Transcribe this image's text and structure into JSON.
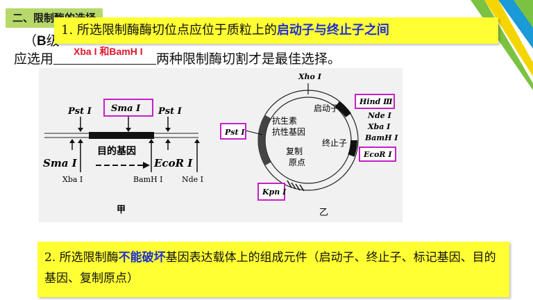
{
  "header": {
    "section_title": "二、限制酶的选择"
  },
  "question": {
    "line1_prefix": "（",
    "line1_bold": "B",
    "line1_rest": "级",
    "line2_prefix": "应选用",
    "line2_suffix": "两种限制酶切割才是最佳选择。",
    "answer": "Xba I 和BamH I"
  },
  "callout1": {
    "number": "1.",
    "text": " 所选限制酶酶切位点应位于质粒上的",
    "highlight": "启动子与终止子之间"
  },
  "callout2": {
    "number": "2.",
    "text_a": " 所选限制酶",
    "highlight": "不能破坏",
    "text_b": "基因表达载体上的组成元件（启动子、终止子、标记基因、目的基因、复制原点）"
  },
  "figure_a": {
    "caption": "甲",
    "gene_label": "目的基因",
    "top_sites": [
      "Pst I",
      "Sma I",
      "Pst I"
    ],
    "bottom_big": [
      "Sma I",
      "EcoR I"
    ],
    "bottom_small": [
      "Xba I",
      "BamH I",
      "Nde I"
    ]
  },
  "figure_b": {
    "caption": "乙",
    "top_site": "Xho I",
    "antibiotic_gene": [
      "抗生素",
      "抗性基因"
    ],
    "promoter": "启动子",
    "terminator": "终止子",
    "origin": [
      "复制",
      "原点"
    ],
    "right_sites": [
      "Hind Ⅲ",
      "Nde I",
      "Xba I",
      "BamH I",
      "EcoR I"
    ],
    "left_site": "Pst I",
    "bottom_site": "Kpn I"
  },
  "colors": {
    "accent": "#1f2fd0",
    "answer": "#e0142a",
    "callout": "#ffff33",
    "box": "#c81ec8",
    "title_bg": "#b7d86a"
  }
}
